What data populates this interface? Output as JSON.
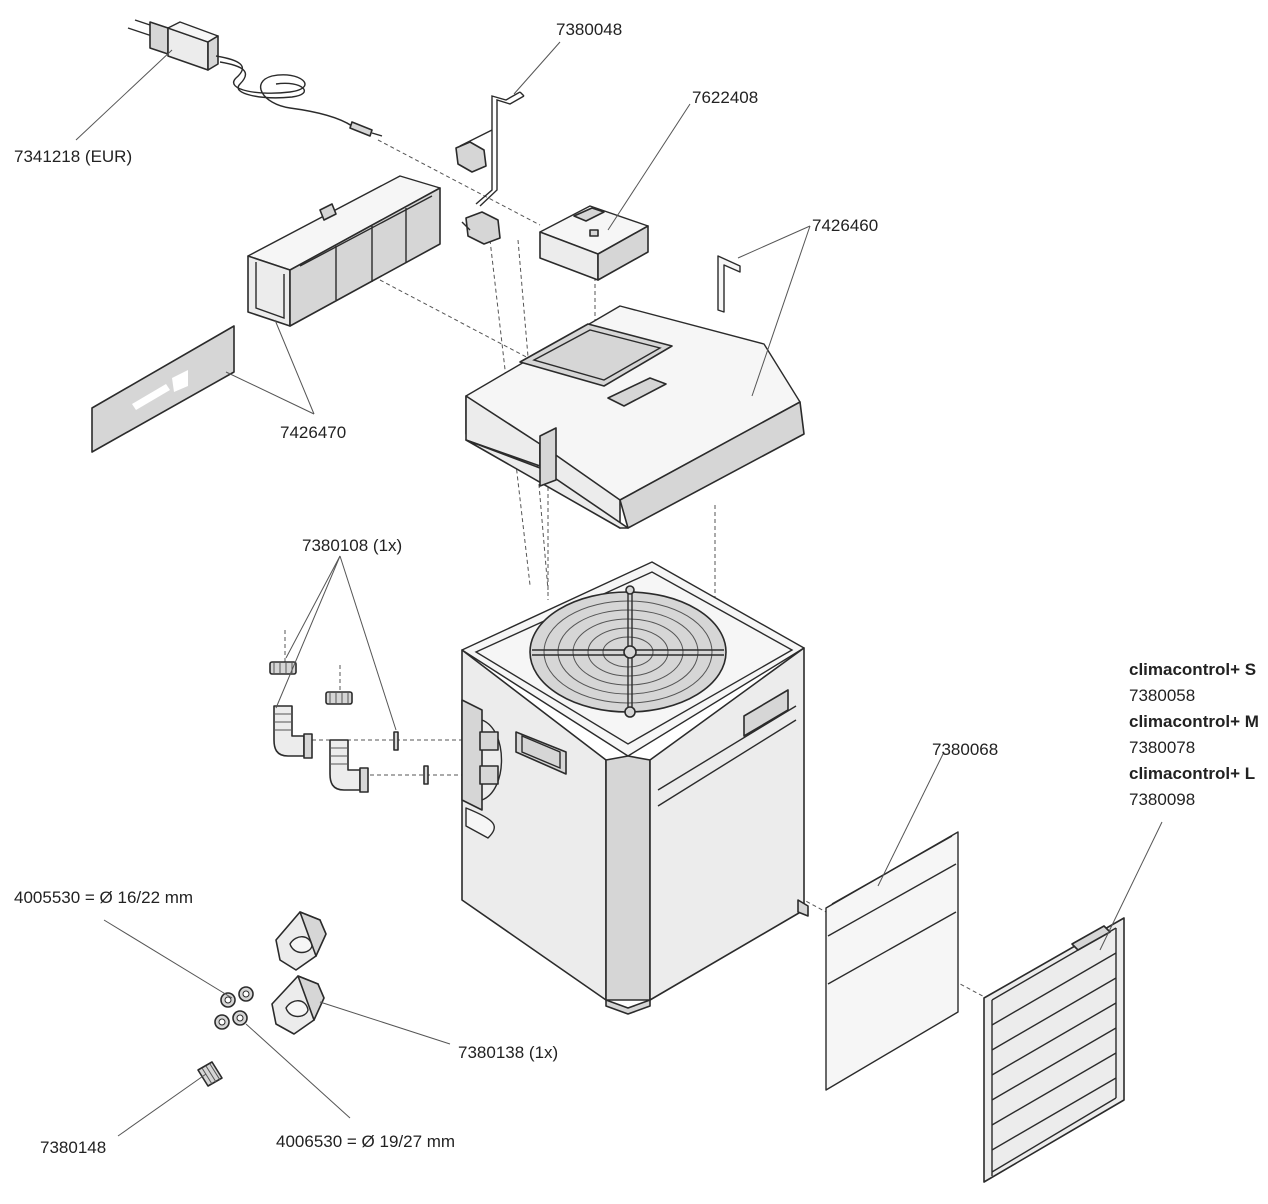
{
  "labels": {
    "adapter": "7341218 (EUR)",
    "cable": "7380048",
    "controller": "7622408",
    "key": "7426460",
    "duct": "7426470",
    "connector_set": "7380108 (1x)",
    "filter": "7380068",
    "clip_small": "4005530 = Ø 16/22 mm",
    "bracket": "7380138 (1x)",
    "clip_large": "4006530 = Ø 19/27 mm",
    "spring": "7380148"
  },
  "models": [
    {
      "name": "climacontrol+ S",
      "code": "7380058"
    },
    {
      "name": "climacontrol+ M",
      "code": "7380078"
    },
    {
      "name": "climacontrol+ L",
      "code": "7380098"
    }
  ],
  "colors": {
    "line": "#2b2b2b",
    "part": "#ececec",
    "shade": "#d6d6d6"
  }
}
